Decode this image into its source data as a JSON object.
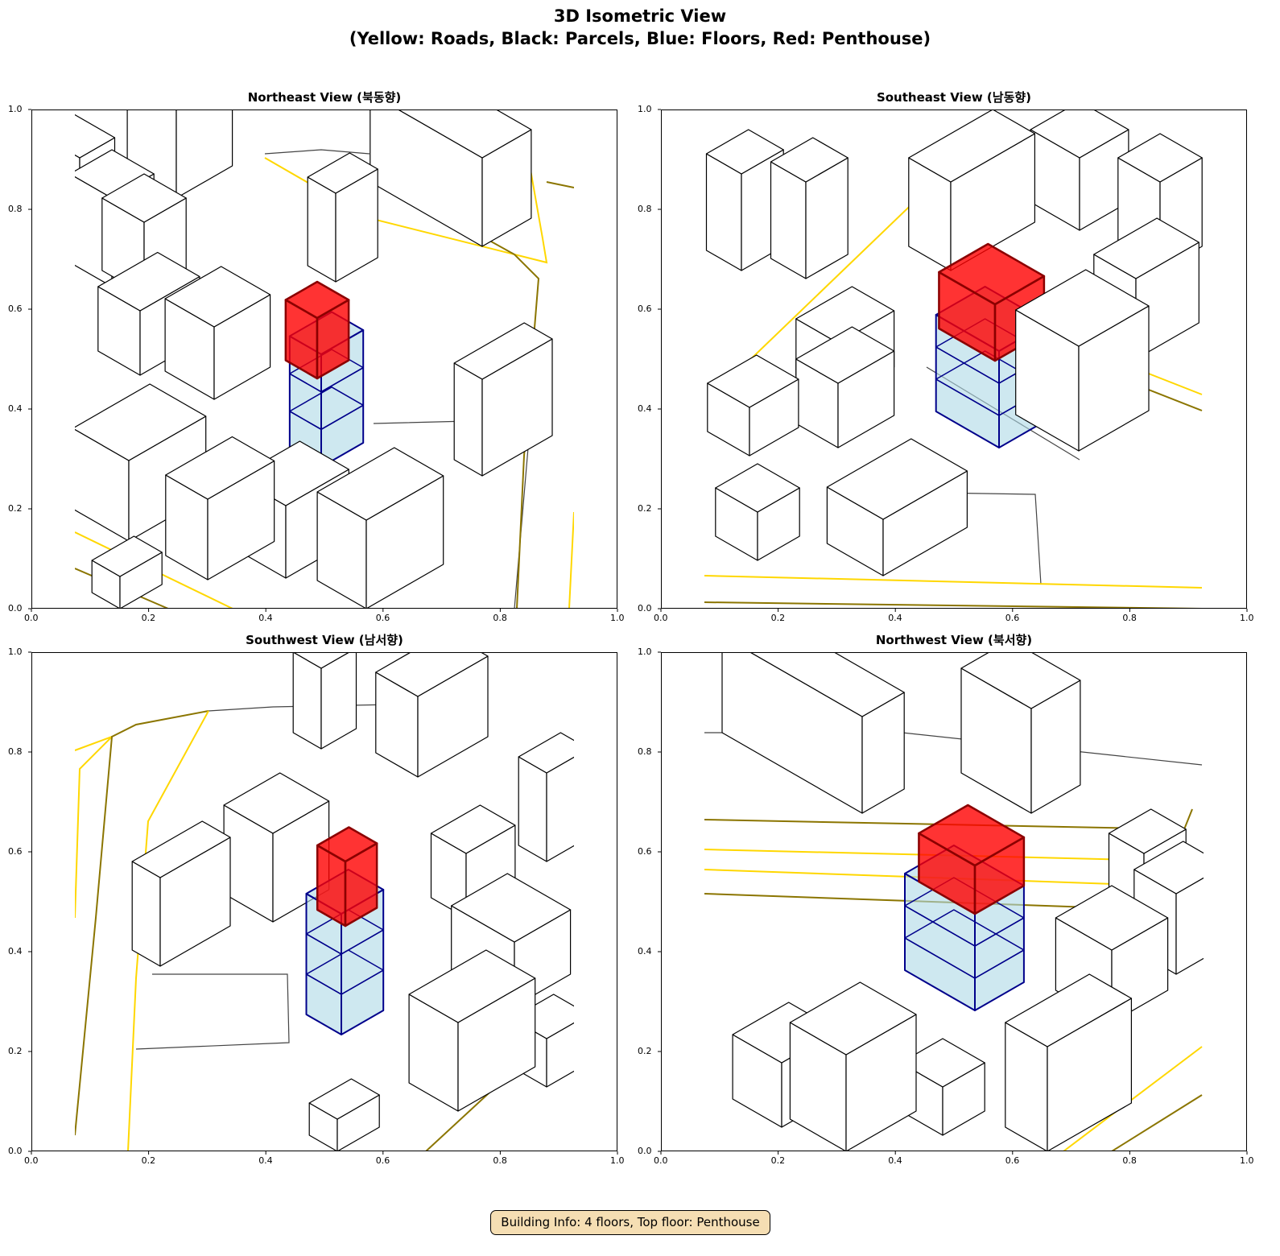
{
  "figure": {
    "title_line1": "3D Isometric View",
    "title_line2": "(Yellow: Roads, Black: Parcels, Blue: Floors, Red: Penthouse)",
    "info_box": "Building Info: 4 floors, Top floor: Penthouse"
  },
  "colors": {
    "road": "#ffd700",
    "road_dark": "#8b7500",
    "parcel": "#000000",
    "floor_fill": "#add8e6",
    "floor_edge": "#00008b",
    "penthouse": "#ff0000",
    "penthouse_edge": "#8b0000",
    "info_bg": "#f5deb3"
  },
  "axes_ticks": {
    "x": [
      "0.0",
      "0.2",
      "0.4",
      "0.6",
      "0.8",
      "1.0"
    ],
    "y": [
      "0.0",
      "0.2",
      "0.4",
      "0.6",
      "0.8",
      "1.0"
    ]
  },
  "panels": [
    {
      "title": "Northeast View (북동향)"
    },
    {
      "title": "Southeast View (남동향)"
    },
    {
      "title": "Southwest View (남서향)"
    },
    {
      "title": "Northwest View (북서향)"
    }
  ]
}
